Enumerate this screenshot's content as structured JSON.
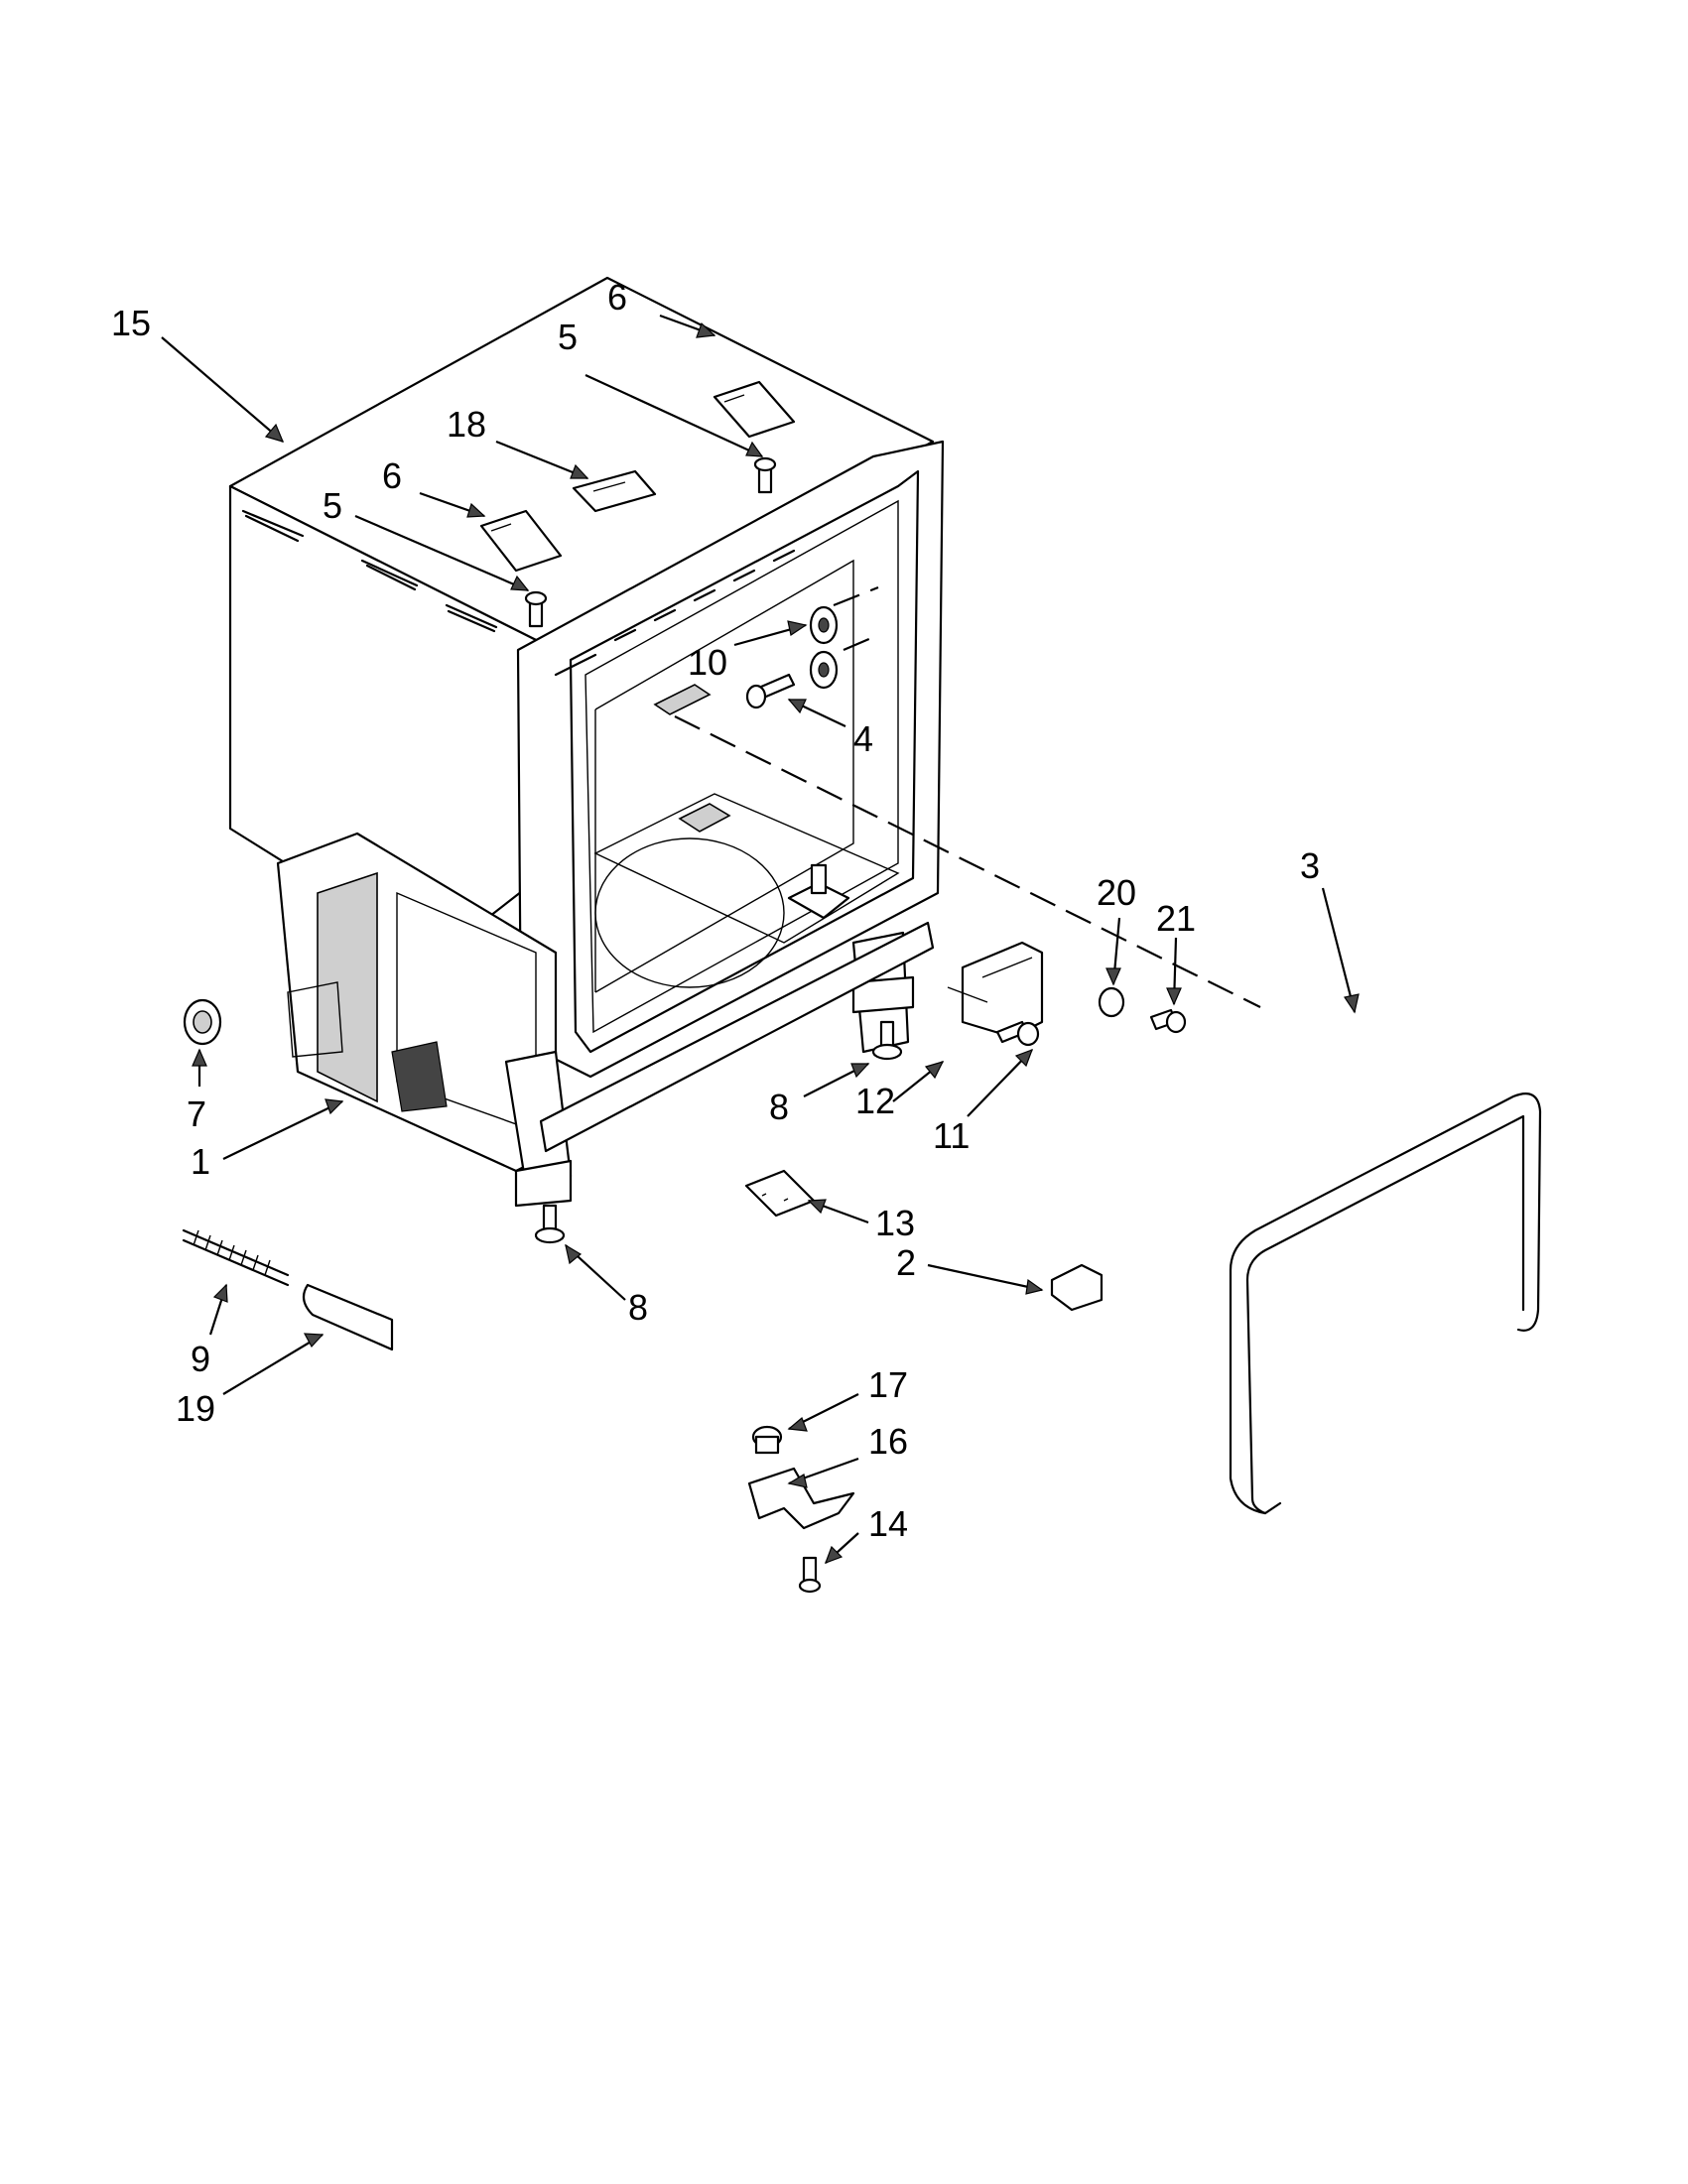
{
  "diagram": {
    "type": "exploded parts diagram",
    "callouts": [
      {
        "id": "c15",
        "label": "15"
      },
      {
        "id": "c6a",
        "label": "6"
      },
      {
        "id": "c5a",
        "label": "5"
      },
      {
        "id": "c18",
        "label": "18"
      },
      {
        "id": "c6b",
        "label": "6"
      },
      {
        "id": "c5b",
        "label": "5"
      },
      {
        "id": "c10",
        "label": "10"
      },
      {
        "id": "c4",
        "label": "4"
      },
      {
        "id": "c20",
        "label": "20"
      },
      {
        "id": "c21",
        "label": "21"
      },
      {
        "id": "c3",
        "label": "3"
      },
      {
        "id": "c7",
        "label": "7"
      },
      {
        "id": "c1",
        "label": "1"
      },
      {
        "id": "c8a",
        "label": "8"
      },
      {
        "id": "c12",
        "label": "12"
      },
      {
        "id": "c11",
        "label": "11"
      },
      {
        "id": "c13",
        "label": "13"
      },
      {
        "id": "c2",
        "label": "2"
      },
      {
        "id": "c8b",
        "label": "8"
      },
      {
        "id": "c9",
        "label": "9"
      },
      {
        "id": "c19",
        "label": "19"
      },
      {
        "id": "c17",
        "label": "17"
      },
      {
        "id": "c16",
        "label": "16"
      },
      {
        "id": "c14",
        "label": "14"
      }
    ]
  }
}
